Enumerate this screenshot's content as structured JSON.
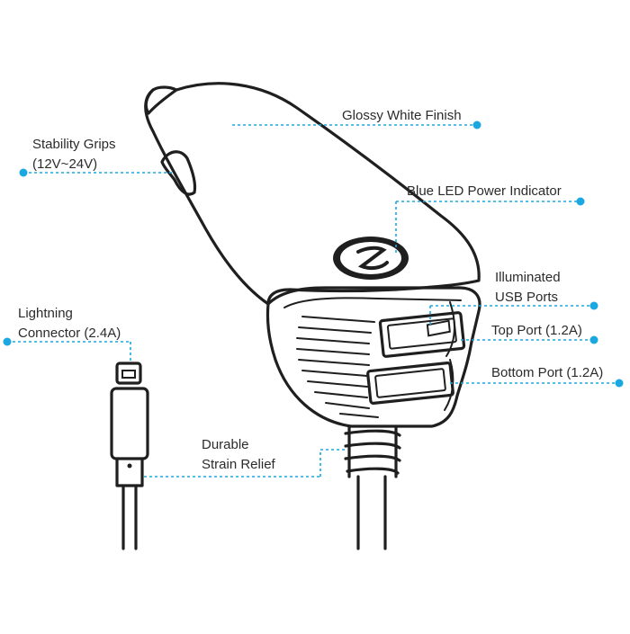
{
  "colors": {
    "accent": "#1ba8e0",
    "ink": "#1f1f1f",
    "background": "#ffffff"
  },
  "callouts": {
    "glossy_finish": "Glossy White Finish",
    "stability_grips": {
      "line1": "Stability Grips",
      "line2": "(12V~24V)"
    },
    "blue_led": "Blue LED Power Indicator",
    "illuminated_usb": {
      "line1": "Illuminated",
      "line2": "USB Ports"
    },
    "top_port": "Top Port (1.2A)",
    "bottom_port": "Bottom Port (1.2A)",
    "lightning": {
      "line1": "Lightning",
      "line2": "Connector (2.4A)"
    },
    "strain_relief": {
      "line1": "Durable",
      "line2": "Strain Relief"
    }
  },
  "icons": {
    "brand_logo": "circle-z-logo-icon",
    "leader_endpoint": "dot-icon"
  }
}
